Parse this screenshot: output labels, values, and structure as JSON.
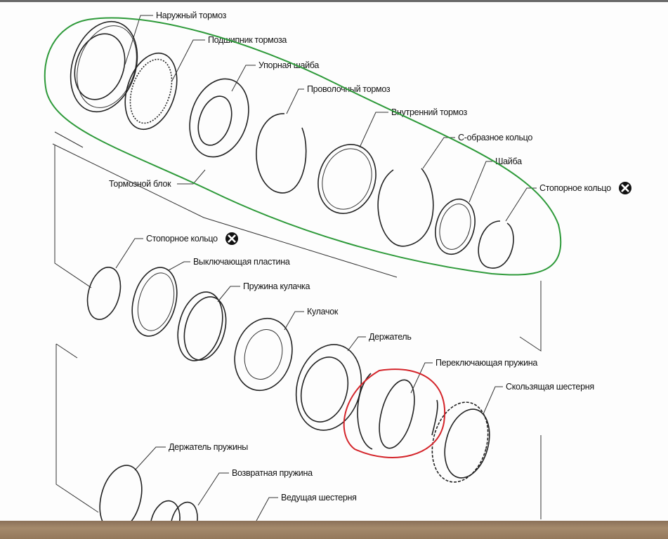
{
  "diagram": {
    "labels": {
      "outer_brake": "Наружный тормоз",
      "brake_bearing": "Подшипник тормоза",
      "thrust_washer": "Упорная шайба",
      "wire_brake": "Проволочный тормоз",
      "inner_brake": "Внутренний тормоз",
      "c_ring": "С-образное кольцо",
      "washer": "Шайба",
      "snap_ring_1": "Стопорное кольцо",
      "brake_unit": "Тормозной блок",
      "snap_ring_2": "Стопорное кольцо",
      "release_plate": "Выключающая пластина",
      "cam_spring": "Пружина кулачка",
      "cam": "Кулачок",
      "holder": "Держатель",
      "switching_spring": "Переключающая пружина",
      "sliding_gear": "Скользящая шестерня",
      "spring_holder": "Держатель пружины",
      "return_spring": "Возвратная пружина",
      "drive_gear": "Ведущая шестерня"
    },
    "icons": {
      "non_reusable": "x-in-circle-icon"
    },
    "annotation_colors": {
      "green_loop": "#2e9a3a",
      "red_loop": "#d4242a"
    }
  }
}
